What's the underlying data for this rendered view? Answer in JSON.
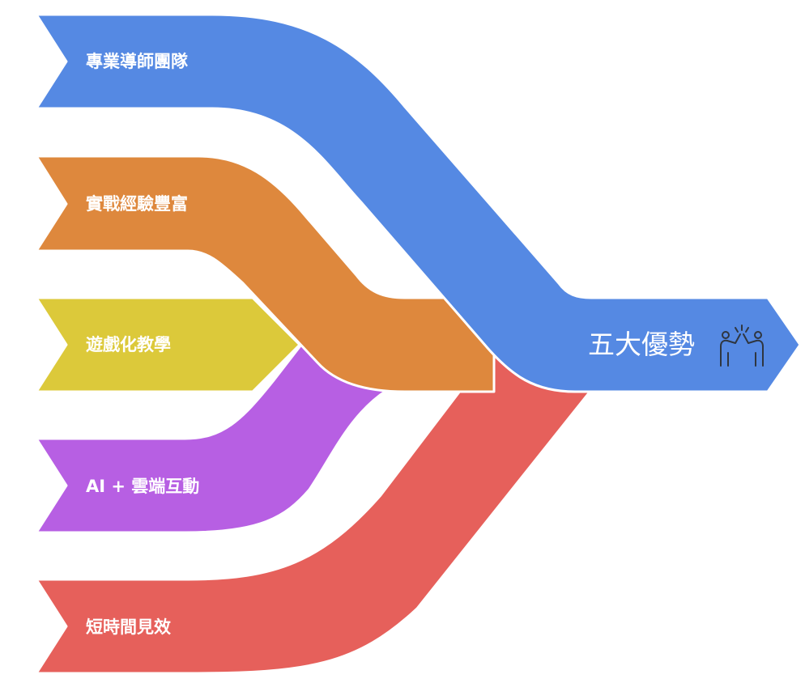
{
  "result": {
    "label": "五大優勢",
    "icon": "high-five-icon",
    "color": "#5589e3"
  },
  "inputs": [
    {
      "label": "專業導師團隊",
      "color": "#5589e3"
    },
    {
      "label": "實戰經驗豐富",
      "color": "#de883d"
    },
    {
      "label": "遊戲化教學",
      "color": "#dcc93a"
    },
    {
      "label": "AI + 雲端互動",
      "color": "#b75fe3"
    },
    {
      "label": "短時間見效",
      "color": "#e6605b"
    }
  ]
}
